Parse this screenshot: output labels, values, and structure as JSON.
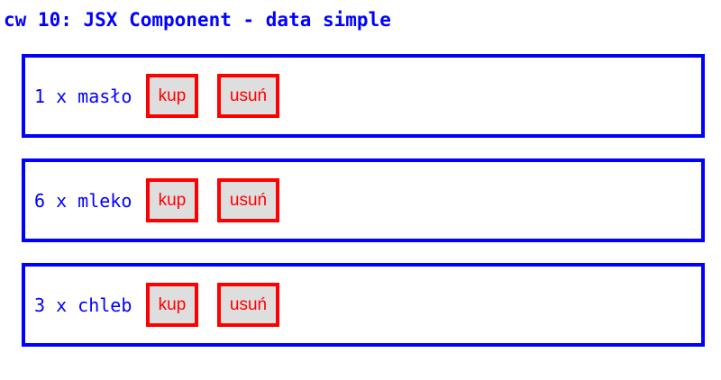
{
  "title": "cw 10: JSX Component - data simple",
  "items": [
    {
      "text": "1 x masło",
      "buy_label": "kup",
      "remove_label": "usuń"
    },
    {
      "text": "6 x mleko",
      "buy_label": "kup",
      "remove_label": "usuń"
    },
    {
      "text": "3 x chleb",
      "buy_label": "kup",
      "remove_label": "usuń"
    }
  ],
  "colors": {
    "primary": "#0000ff",
    "button_border": "#ff0000",
    "button_bg": "#dedede"
  }
}
